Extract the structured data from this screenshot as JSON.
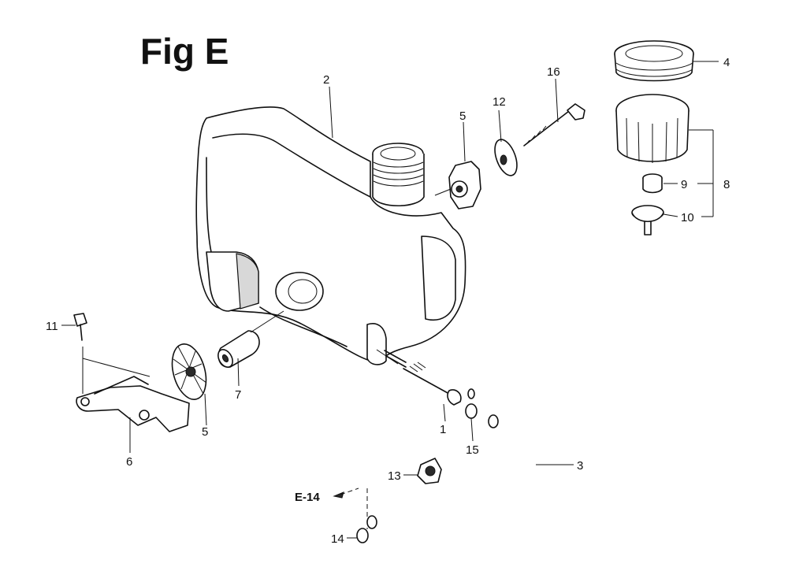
{
  "figure": {
    "title": "Fig E"
  },
  "callouts": [
    {
      "id": "c1",
      "text": "1"
    },
    {
      "id": "c2",
      "text": "2"
    },
    {
      "id": "c3",
      "text": "3"
    },
    {
      "id": "c4",
      "text": "4"
    },
    {
      "id": "c5a",
      "text": "5"
    },
    {
      "id": "c5b",
      "text": "5"
    },
    {
      "id": "c6",
      "text": "6"
    },
    {
      "id": "c7",
      "text": "7"
    },
    {
      "id": "c8",
      "text": "8"
    },
    {
      "id": "c9",
      "text": "9"
    },
    {
      "id": "c10",
      "text": "10"
    },
    {
      "id": "c11",
      "text": "11"
    },
    {
      "id": "c12",
      "text": "12"
    },
    {
      "id": "c13",
      "text": "13"
    },
    {
      "id": "c14",
      "text": "14"
    },
    {
      "id": "c15",
      "text": "15"
    },
    {
      "id": "c16",
      "text": "16"
    }
  ],
  "reference": {
    "text": "E-14"
  }
}
